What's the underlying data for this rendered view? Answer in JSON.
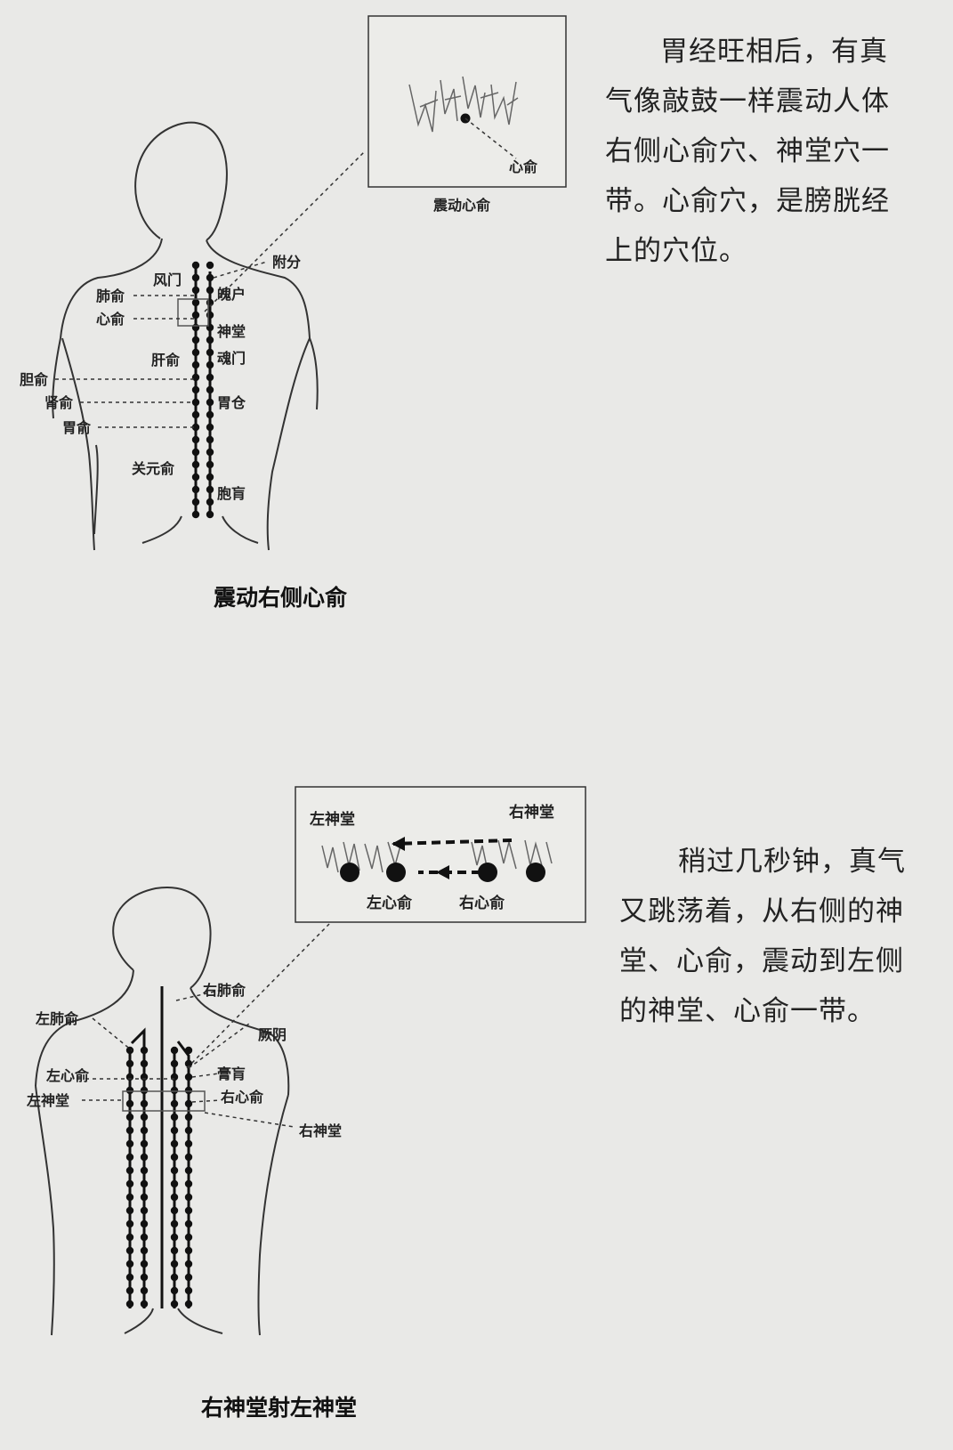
{
  "top": {
    "paragraph": [
      "胃经旺相后，有真",
      "气像敲鼓一样震动人体",
      "右侧心俞穴、神堂穴一",
      "带。心俞穴，是膀胱经",
      "上的穴位。"
    ],
    "caption": "震动右侧心俞",
    "inset": {
      "title": "震动心俞",
      "point": "心俞"
    },
    "labels": {
      "fufen": "附分",
      "fengmen": "风门",
      "feishu": "肺俞",
      "pohu": "魄户",
      "xinshu": "心俞",
      "shentang": "神堂",
      "ganshu": "肝俞",
      "hunmen": "魂门",
      "danshu": "胆俞",
      "shenshu": "肾俞",
      "weicang": "胃仓",
      "weishu": "胃俞",
      "guanyuanshu": "关元俞",
      "baohuang": "胞肓"
    }
  },
  "bottom": {
    "paragraph": [
      "稍过几秒钟，真气",
      "又跳荡着，从右侧的神",
      "堂、心俞，震动到左侧",
      "的神堂、心俞一带。"
    ],
    "caption": "右神堂射左神堂",
    "inset": {
      "left_shentang": "左神堂",
      "right_shentang": "右神堂",
      "left_xinshu": "左心俞",
      "right_xinshu": "右心俞"
    },
    "labels": {
      "right_feishu": "右肺俞",
      "left_feishu": "左肺俞",
      "jueyin": "厥阴",
      "left_xinshu": "左心俞",
      "gaohuang": "膏肓",
      "left_shentang": "左神堂",
      "right_xinshu": "右心俞",
      "right_shentang": "右神堂"
    }
  }
}
